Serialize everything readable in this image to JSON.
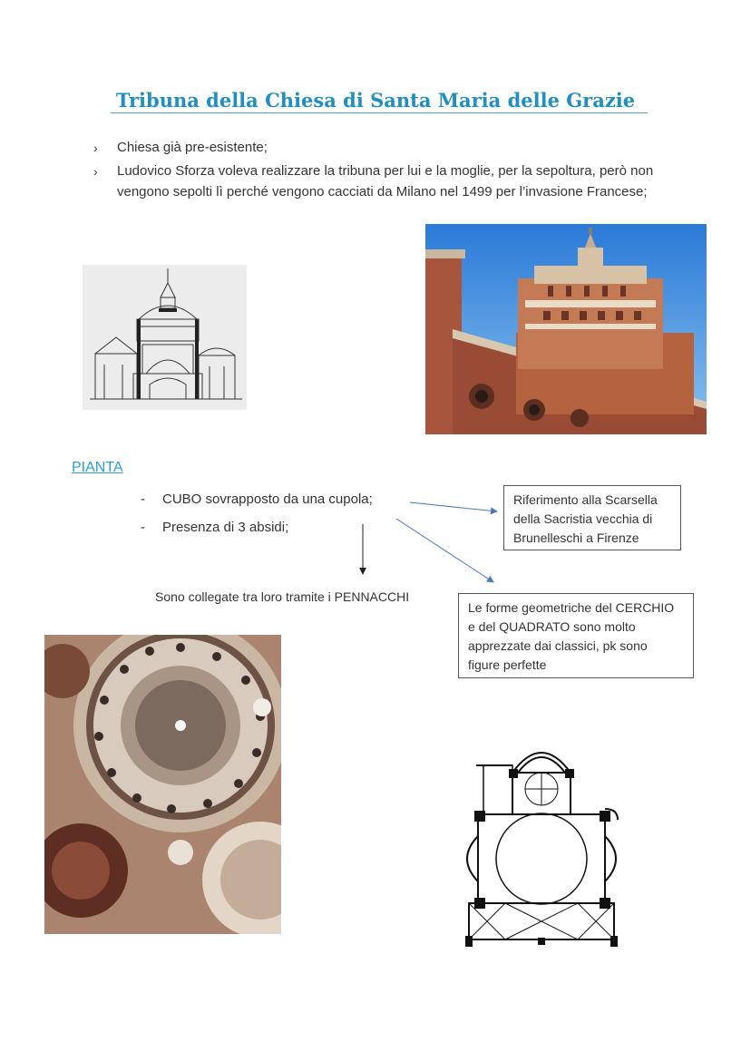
{
  "title": "Tribuna della Chiesa di Santa Maria delle Grazie",
  "bullets": [
    "Chiesa già pre-esistente;",
    "Ludovico Sforza voleva realizzare la tribuna per lui e la moglie, per la sepoltura, però non",
    "vengono sepolti lì perché vengono cacciati da Milano nel 1499 per l’invasione Francese;"
  ],
  "bullet_marker": "›",
  "section": "PIANTA",
  "dash_marker": "-",
  "pianta_items": [
    "CUBO sovrapposto da una cupola;",
    "Presenza di 3 absidi;"
  ],
  "note_pennacchi": "Sono collegate tra loro tramite i PENNACCHI",
  "box_scarsella": [
    "Riferimento alla Scarsella",
    "della Sacristia vecchia di",
    "Brunelleschi a Firenze"
  ],
  "box_forme": [
    "Le forme geometriche del CERCHIO",
    "e del QUADRATO sono molto",
    "apprezzate dai classici, pk sono",
    "figure perfette"
  ],
  "colors": {
    "title": "#1f8fc3",
    "section": "#29a0d8",
    "arrow": "#4a78c0"
  }
}
